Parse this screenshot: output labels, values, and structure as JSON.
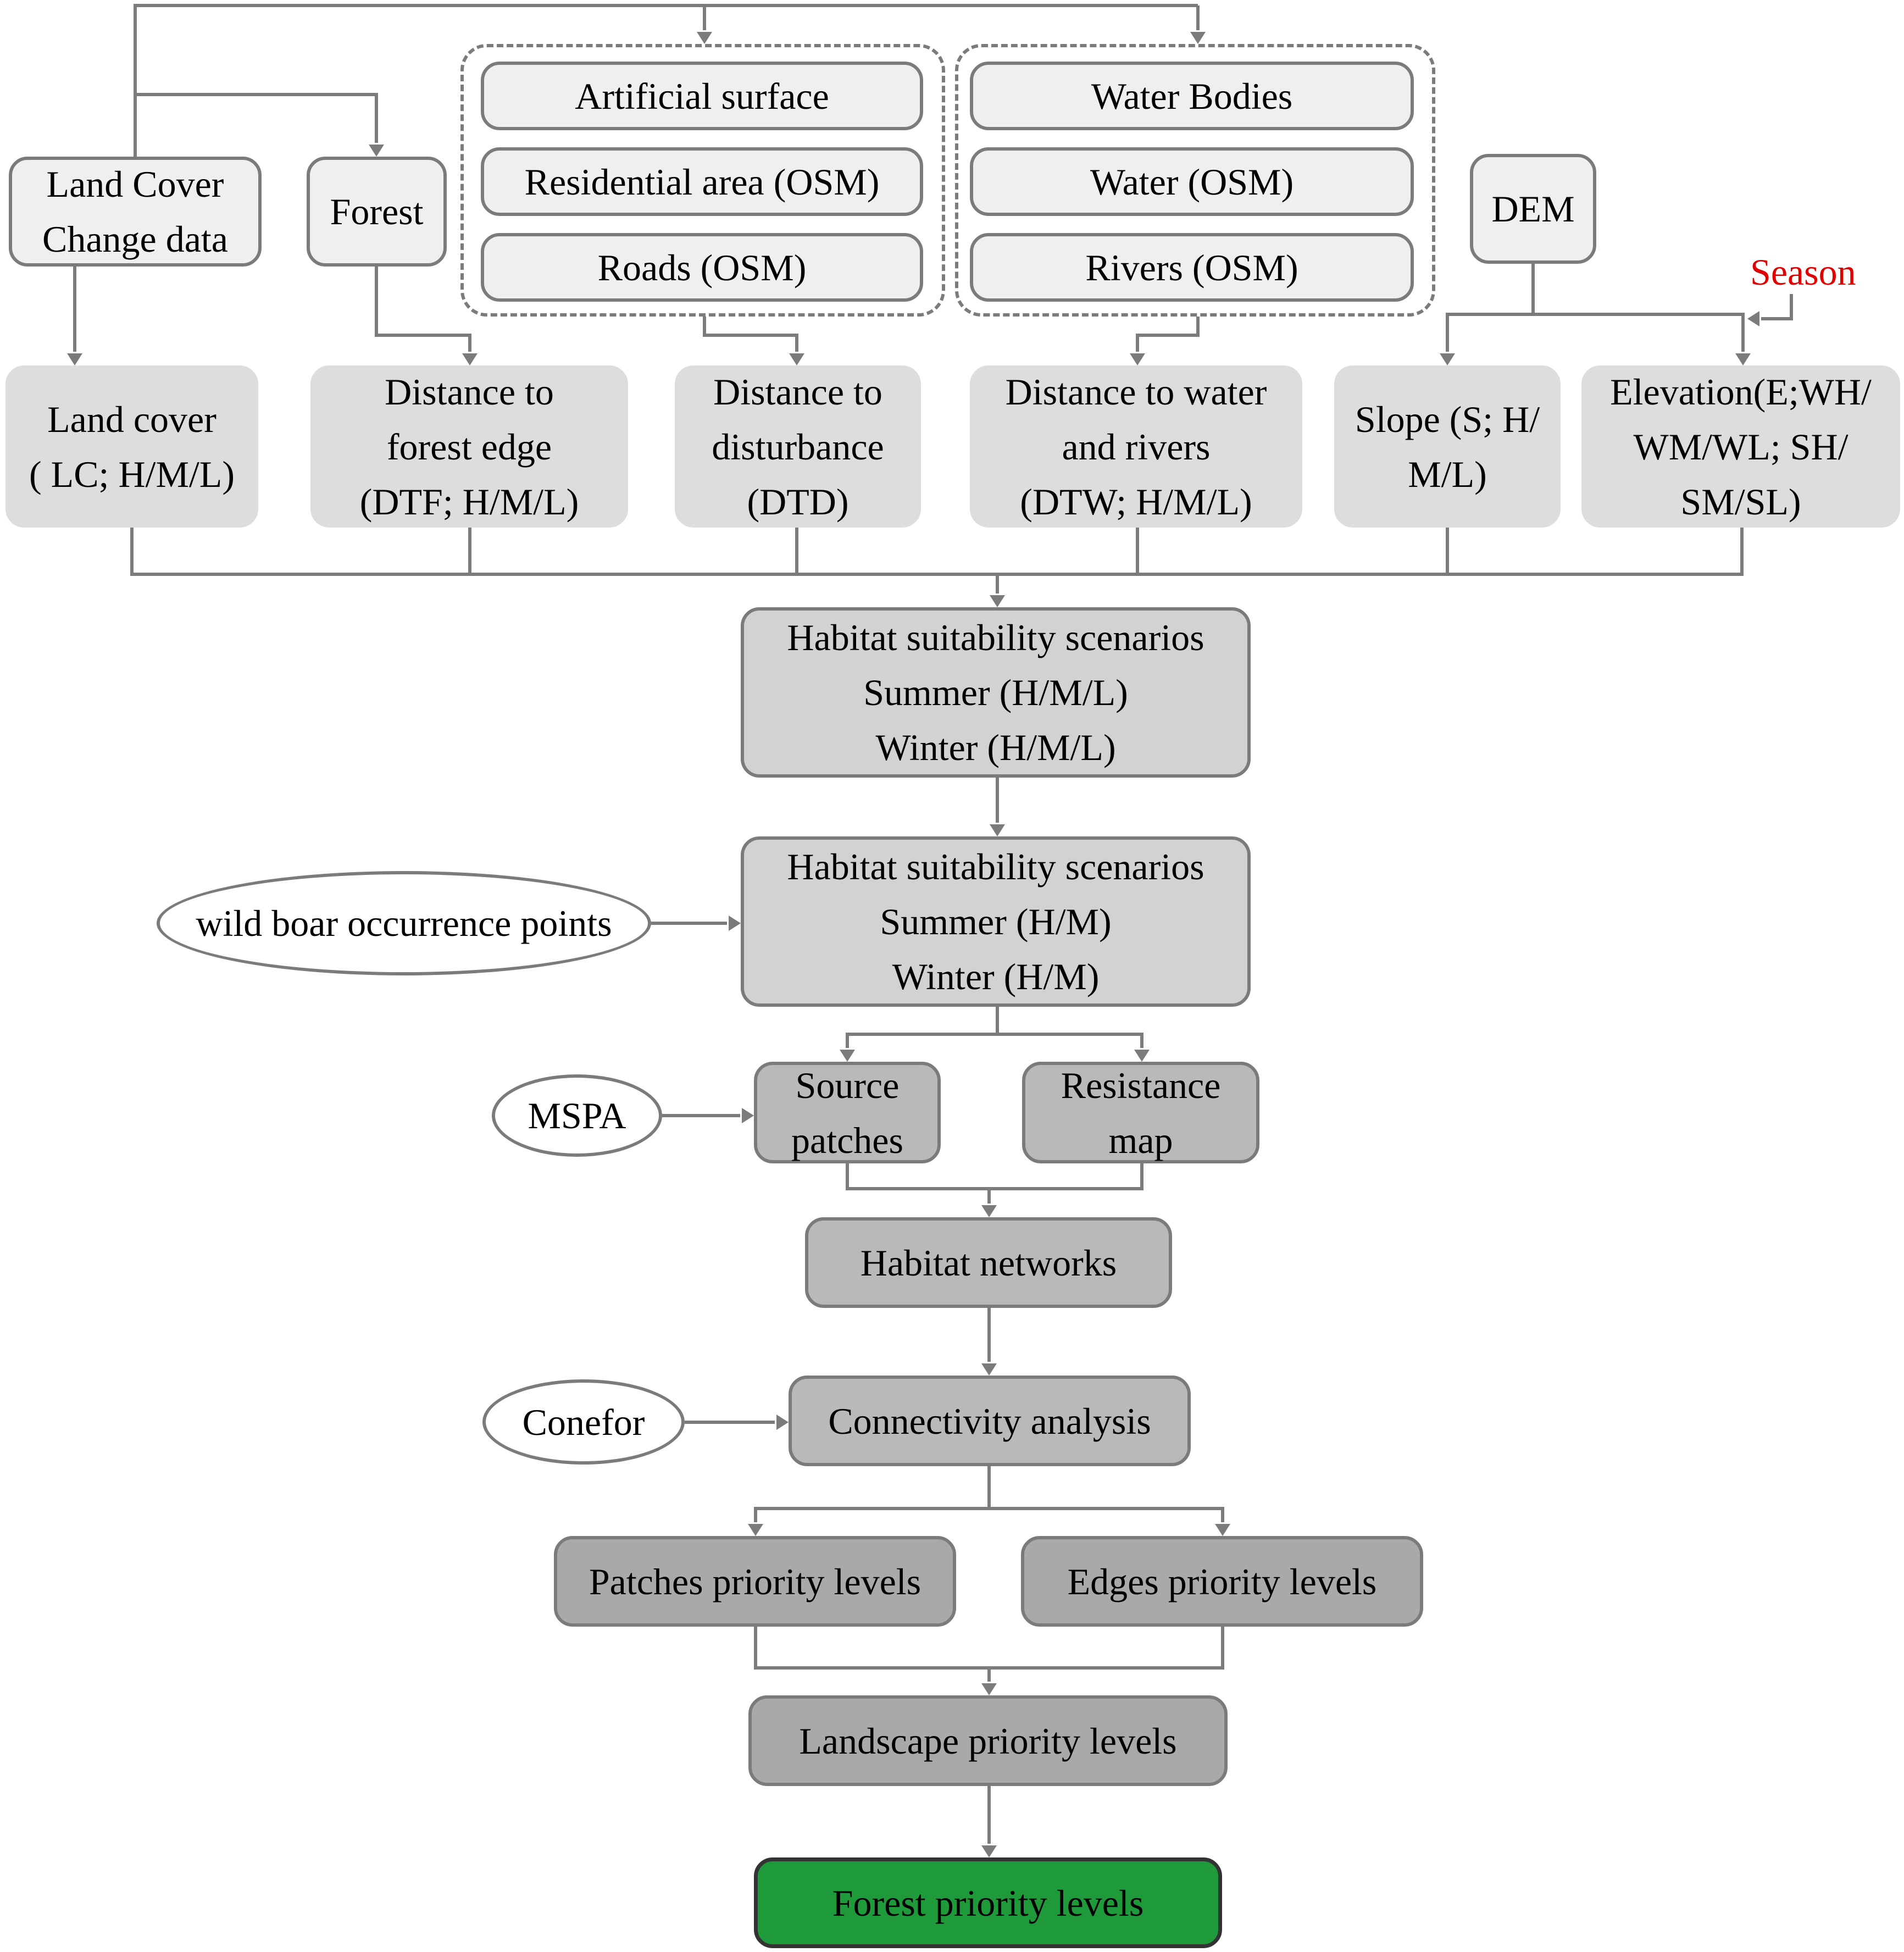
{
  "inputs": {
    "land_cover_change": "Land Cover\nChange data",
    "forest": "Forest",
    "artificial_surface": "Artificial surface",
    "residential_area": "Residential area (OSM)",
    "roads": "Roads (OSM)",
    "water_bodies": "Water Bodies",
    "water": "Water (OSM)",
    "rivers": "Rivers (OSM)",
    "dem": "DEM",
    "season": "Season"
  },
  "factors": {
    "land_cover": "Land cover\n( LC; H/M/L)",
    "distance_forest": "Distance to\nforest edge\n(DTF; H/M/L)",
    "distance_disturbance": "Distance to\ndisturbance\n(DTD)",
    "distance_water": "Distance to water\nand rivers\n(DTW; H/M/L)",
    "slope": "Slope (S; H/\nM/L)",
    "elevation": "Elevation(E;WH/\nWM/WL; SH/\nSM/SL)"
  },
  "process": {
    "habitat_scenarios_1": "Habitat suitability scenarios\nSummer (H/M/L)\nWinter (H/M/L)",
    "habitat_scenarios_2": "Habitat suitability scenarios\nSummer (H/M)\nWinter (H/M)",
    "wild_boar": "wild boar occurrence points",
    "mspa": "MSPA",
    "source_patches": "Source\npatches",
    "resistance_map": "Resistance\nmap",
    "habitat_networks": "Habitat networks",
    "conefor": "Conefor",
    "connectivity": "Connectivity analysis",
    "patches_priority": "Patches priority levels",
    "edges_priority": "Edges priority levels",
    "landscape_priority": "Landscape priority levels",
    "forest_priority": "Forest priority levels"
  },
  "colors": {
    "season": "#e00000",
    "final": "#1e9a3b",
    "line": "#7b7b7b"
  }
}
